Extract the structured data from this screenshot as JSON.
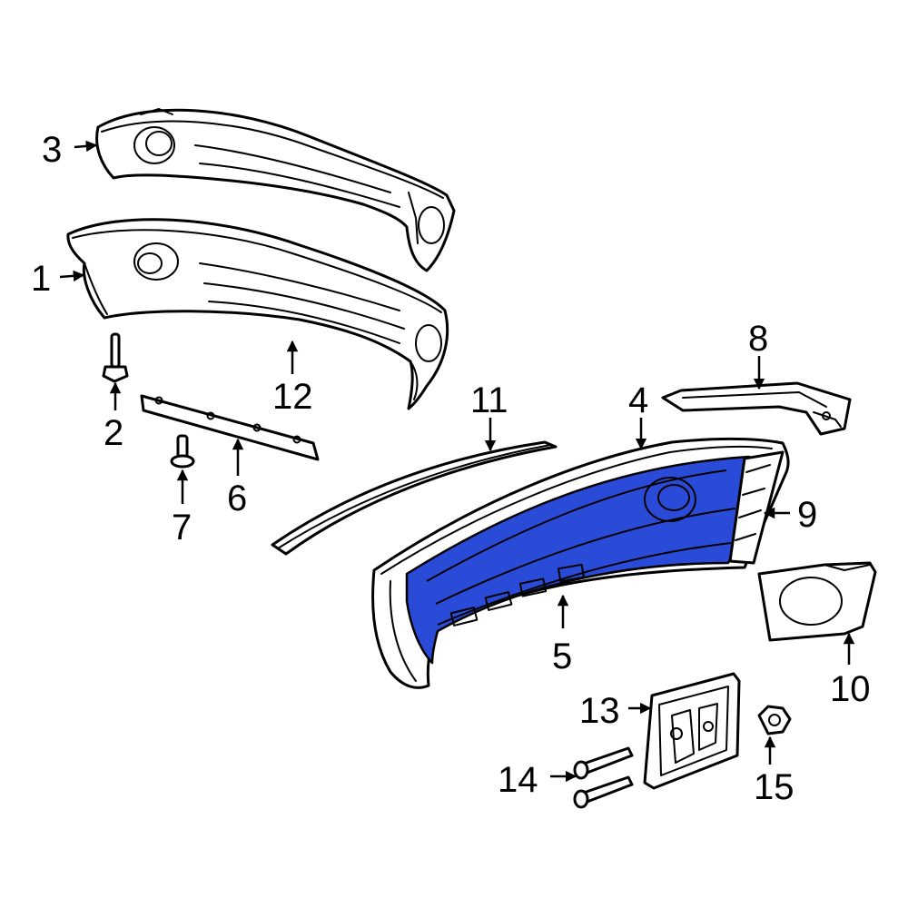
{
  "diagram": {
    "highlight_color": "#2a4bd7",
    "line_color": "#000000",
    "background": "#ffffff",
    "highlighted_part": "5",
    "callouts": [
      {
        "id": "1",
        "label": "1"
      },
      {
        "id": "2",
        "label": "2"
      },
      {
        "id": "3",
        "label": "3"
      },
      {
        "id": "4",
        "label": "4"
      },
      {
        "id": "5",
        "label": "5"
      },
      {
        "id": "6",
        "label": "6"
      },
      {
        "id": "7",
        "label": "7"
      },
      {
        "id": "8",
        "label": "8"
      },
      {
        "id": "9",
        "label": "9"
      },
      {
        "id": "10",
        "label": "10"
      },
      {
        "id": "11",
        "label": "11"
      },
      {
        "id": "12",
        "label": "12"
      },
      {
        "id": "13",
        "label": "13"
      },
      {
        "id": "14",
        "label": "14"
      },
      {
        "id": "15",
        "label": "15"
      }
    ]
  }
}
